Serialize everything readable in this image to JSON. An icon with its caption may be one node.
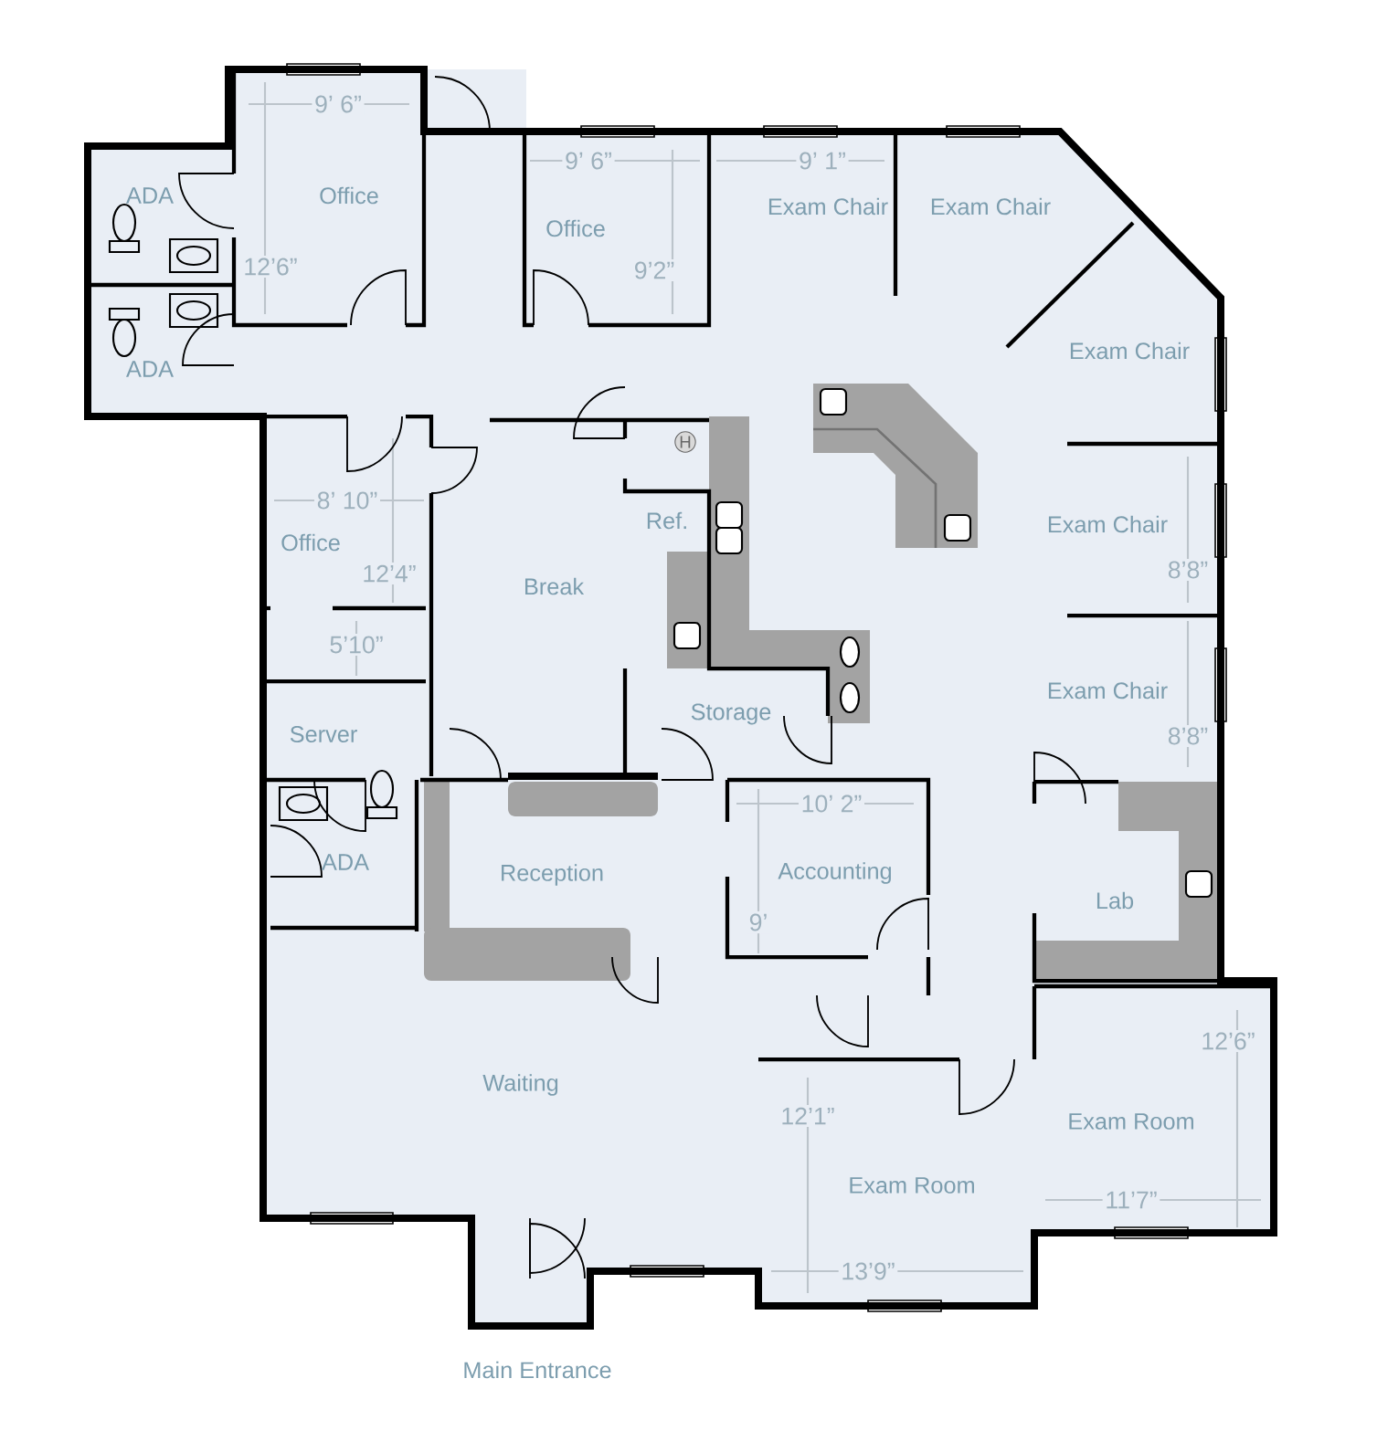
{
  "diagram": {
    "labels": [
      "9’ 6”",
      "ADA",
      "Office",
      "9’ 6”",
      "9’ 1”",
      "Exam Chair",
      "Exam Chair",
      "Office",
      "12’6”",
      "9’2”",
      "ADA",
      "Exam Chair",
      "H",
      "8’ 10”",
      "Ref.",
      "Exam Chair",
      "Office",
      "12’4”",
      "Break",
      "8’8”",
      "5’10”",
      "Exam Chair",
      "Storage",
      "Server",
      "8’8”",
      "10’ 2”",
      "ADA",
      "Reception",
      "Accounting",
      "Lab",
      "9’",
      "12’6”",
      "Waiting",
      "12’1”",
      "Exam Room",
      "Exam Room",
      "11’7”",
      "13’9”",
      "Main Entrance"
    ]
  }
}
